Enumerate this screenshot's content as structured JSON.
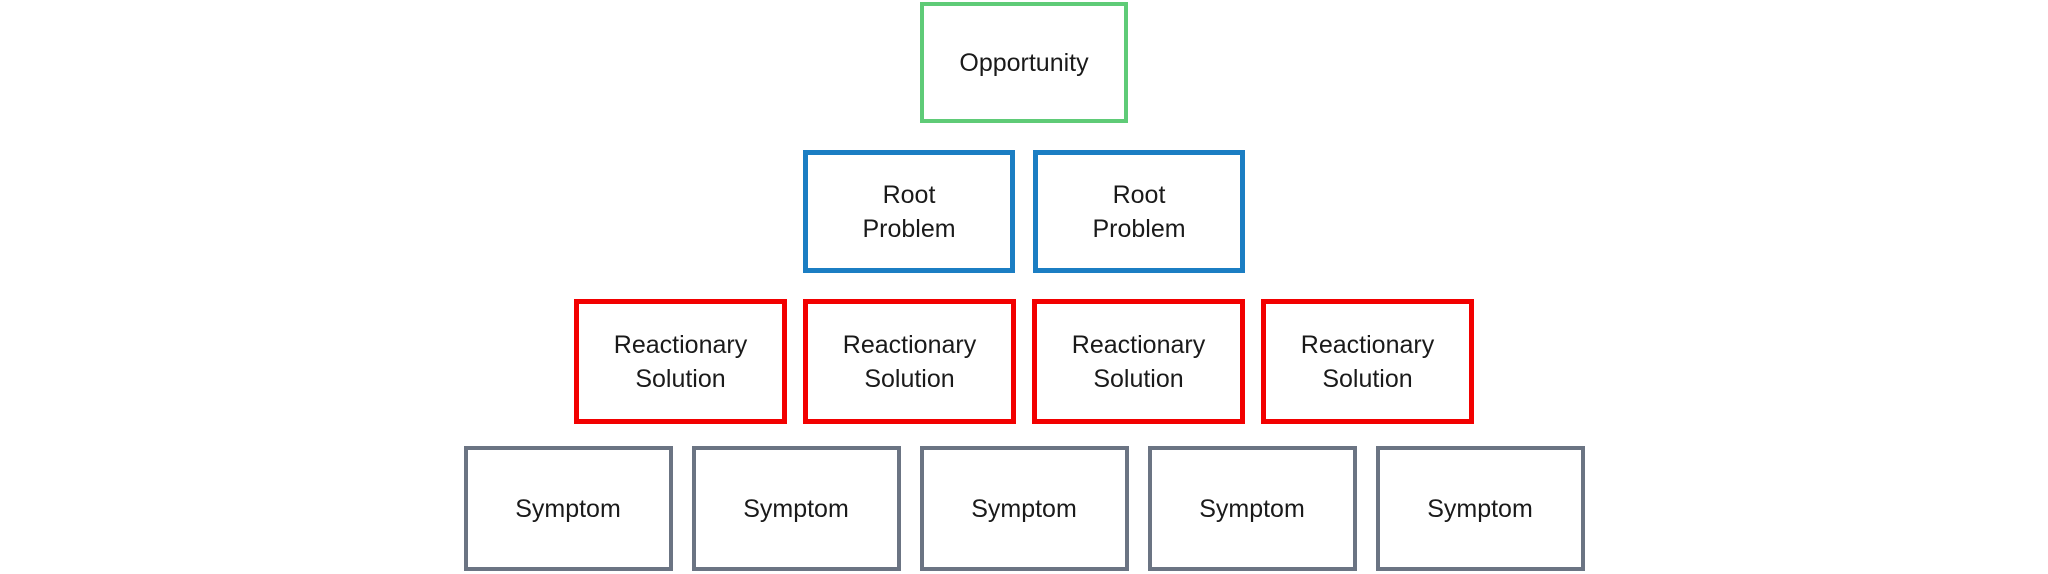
{
  "background_color": "#FFFFFF",
  "text_color": "#1A1A1A",
  "diagram": {
    "type": "hierarchy",
    "rows": [
      {
        "id": "opportunity",
        "border_color": "#5FCB77",
        "boxes": [
          "Opportunity"
        ]
      },
      {
        "id": "root-problems",
        "border_color": "#1B7EC3",
        "boxes": [
          "Root\nProblem",
          "Root\nProblem"
        ]
      },
      {
        "id": "reactionary-solutions",
        "border_color": "#F20000",
        "boxes": [
          "Reactionary\nSolution",
          "Reactionary\nSolution",
          "Reactionary\nSolution",
          "Reactionary\nSolution"
        ]
      },
      {
        "id": "symptoms",
        "border_color": "#6B7483",
        "boxes": [
          "Symptom",
          "Symptom",
          "Symptom",
          "Symptom",
          "Symptom"
        ]
      }
    ]
  }
}
